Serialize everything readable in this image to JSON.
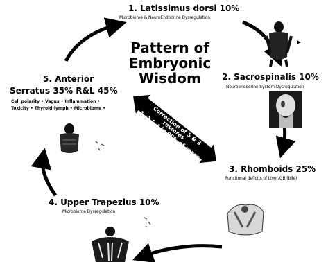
{
  "title": {
    "line1": "Pattern of",
    "line2": "Embryonic",
    "line3": "Wisdom"
  },
  "steps": [
    {
      "label": "1. Latissimus dorsi 10%",
      "sub": "Microbiome & NeuroEndocrine Dysregulation"
    },
    {
      "label": "2. Sacrospinalis 10%",
      "sub": "Neuroendocrine System Dysregulation"
    },
    {
      "label": "3. Rhomboids 25%",
      "sub": "Functional deficits of Liver/GB (bile)"
    },
    {
      "label": "4. Upper Trapezius 10%",
      "sub": "Microbiome Dysregulation"
    },
    {
      "label_line1": "5. Anterior",
      "label_line2": "Serratus 35% R&L 45%",
      "sub_line1": "Cell polarity • Vagus • Inflammation •",
      "sub_line2": "Toxicity • Thyroid-lymph • Microbiome •"
    }
  ],
  "center_arrow": {
    "line1": "Correction of 5 & 3",
    "line2": "restores",
    "line3": "1, 2 & 4 in 90% of cases"
  },
  "colors": {
    "arrow": "#000000",
    "background": "#ffffff"
  }
}
